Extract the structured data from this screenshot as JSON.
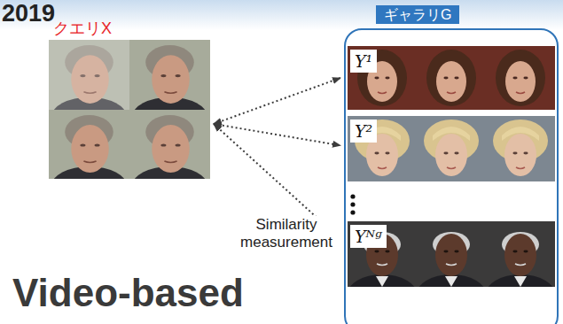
{
  "diagram": {
    "nodes": [
      {
        "text": [
          "クエリX"
        ]
      },
      {
        "text": [
          "ギャラリG"
        ]
      },
      {
        "text": [
          "Y¹"
        ],
        "in": 1
      },
      {
        "text": [
          "Y²"
        ],
        "in": 1
      },
      {
        "text": [
          "Yᴺᵍ"
        ],
        "in": 1
      }
    ],
    "edges": [
      {
        "from": 0,
        "to": 2,
        "arrow": "both"
      },
      {
        "from": 0,
        "to": 3,
        "arrow": "both"
      },
      {
        "from": 0,
        "to": 4,
        "arrow": "both"
      }
    ],
    "labels": [
      "2019",
      "Similarity measurement",
      "Video-based"
    ]
  }
}
